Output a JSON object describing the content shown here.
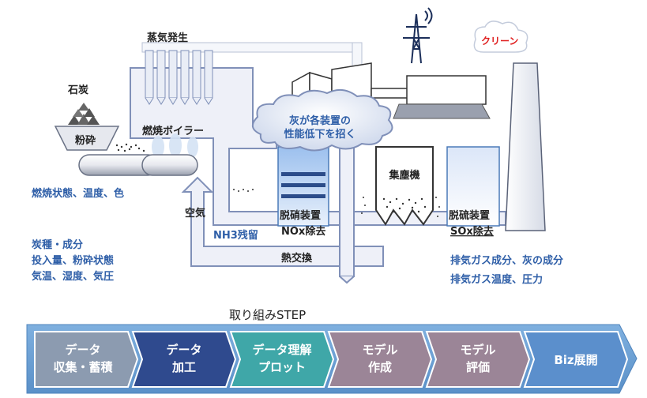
{
  "labels": {
    "steam": "蒸気発生",
    "coal": "石炭",
    "pulverize": "粉砕",
    "boiler": "燃焼ボイラー",
    "clean": "クリーン",
    "cloud_line1": "灰が各装置の",
    "cloud_line2": "性能低下を招く",
    "dust_collector": "集塵機",
    "denitration": "脱硝装置",
    "nox": "NOx除去",
    "desulfur": "脱硫装置",
    "sox": "SOx除去",
    "air": "空気",
    "nh3": "NH3残留",
    "heat_exchange": "熱交換"
  },
  "left_notes": {
    "combustion": "燃焼状態、温度、色",
    "coal_lines": [
      "炭種・成分",
      "投入量、粉砕状態",
      "気温、湿度、気圧"
    ]
  },
  "right_notes": [
    "排気ガス成分、灰の成分",
    "排気ガス温度、圧力"
  ],
  "steps_title": "取り組みSTEP",
  "steps": [
    {
      "line1": "データ",
      "line2": "収集・蓄積",
      "color": "#8c9bb0"
    },
    {
      "line1": "データ",
      "line2": "加工",
      "color": "#2f4a8e"
    },
    {
      "line1": "データ理解",
      "line2": "プロット",
      "color": "#3fa7a8"
    },
    {
      "line1": "モデル",
      "line2": "作成",
      "color": "#9b8597"
    },
    {
      "line1": "モデル",
      "line2": "評価",
      "color": "#9b8597"
    },
    {
      "line1": "Biz展開",
      "line2": "",
      "color": "#5b8fcc"
    }
  ],
  "colors": {
    "pipe_fill": "#eef0f8",
    "pipe_stroke": "#8090b8",
    "note_blue": "#2f5fa8",
    "clean_red": "#e02020"
  }
}
